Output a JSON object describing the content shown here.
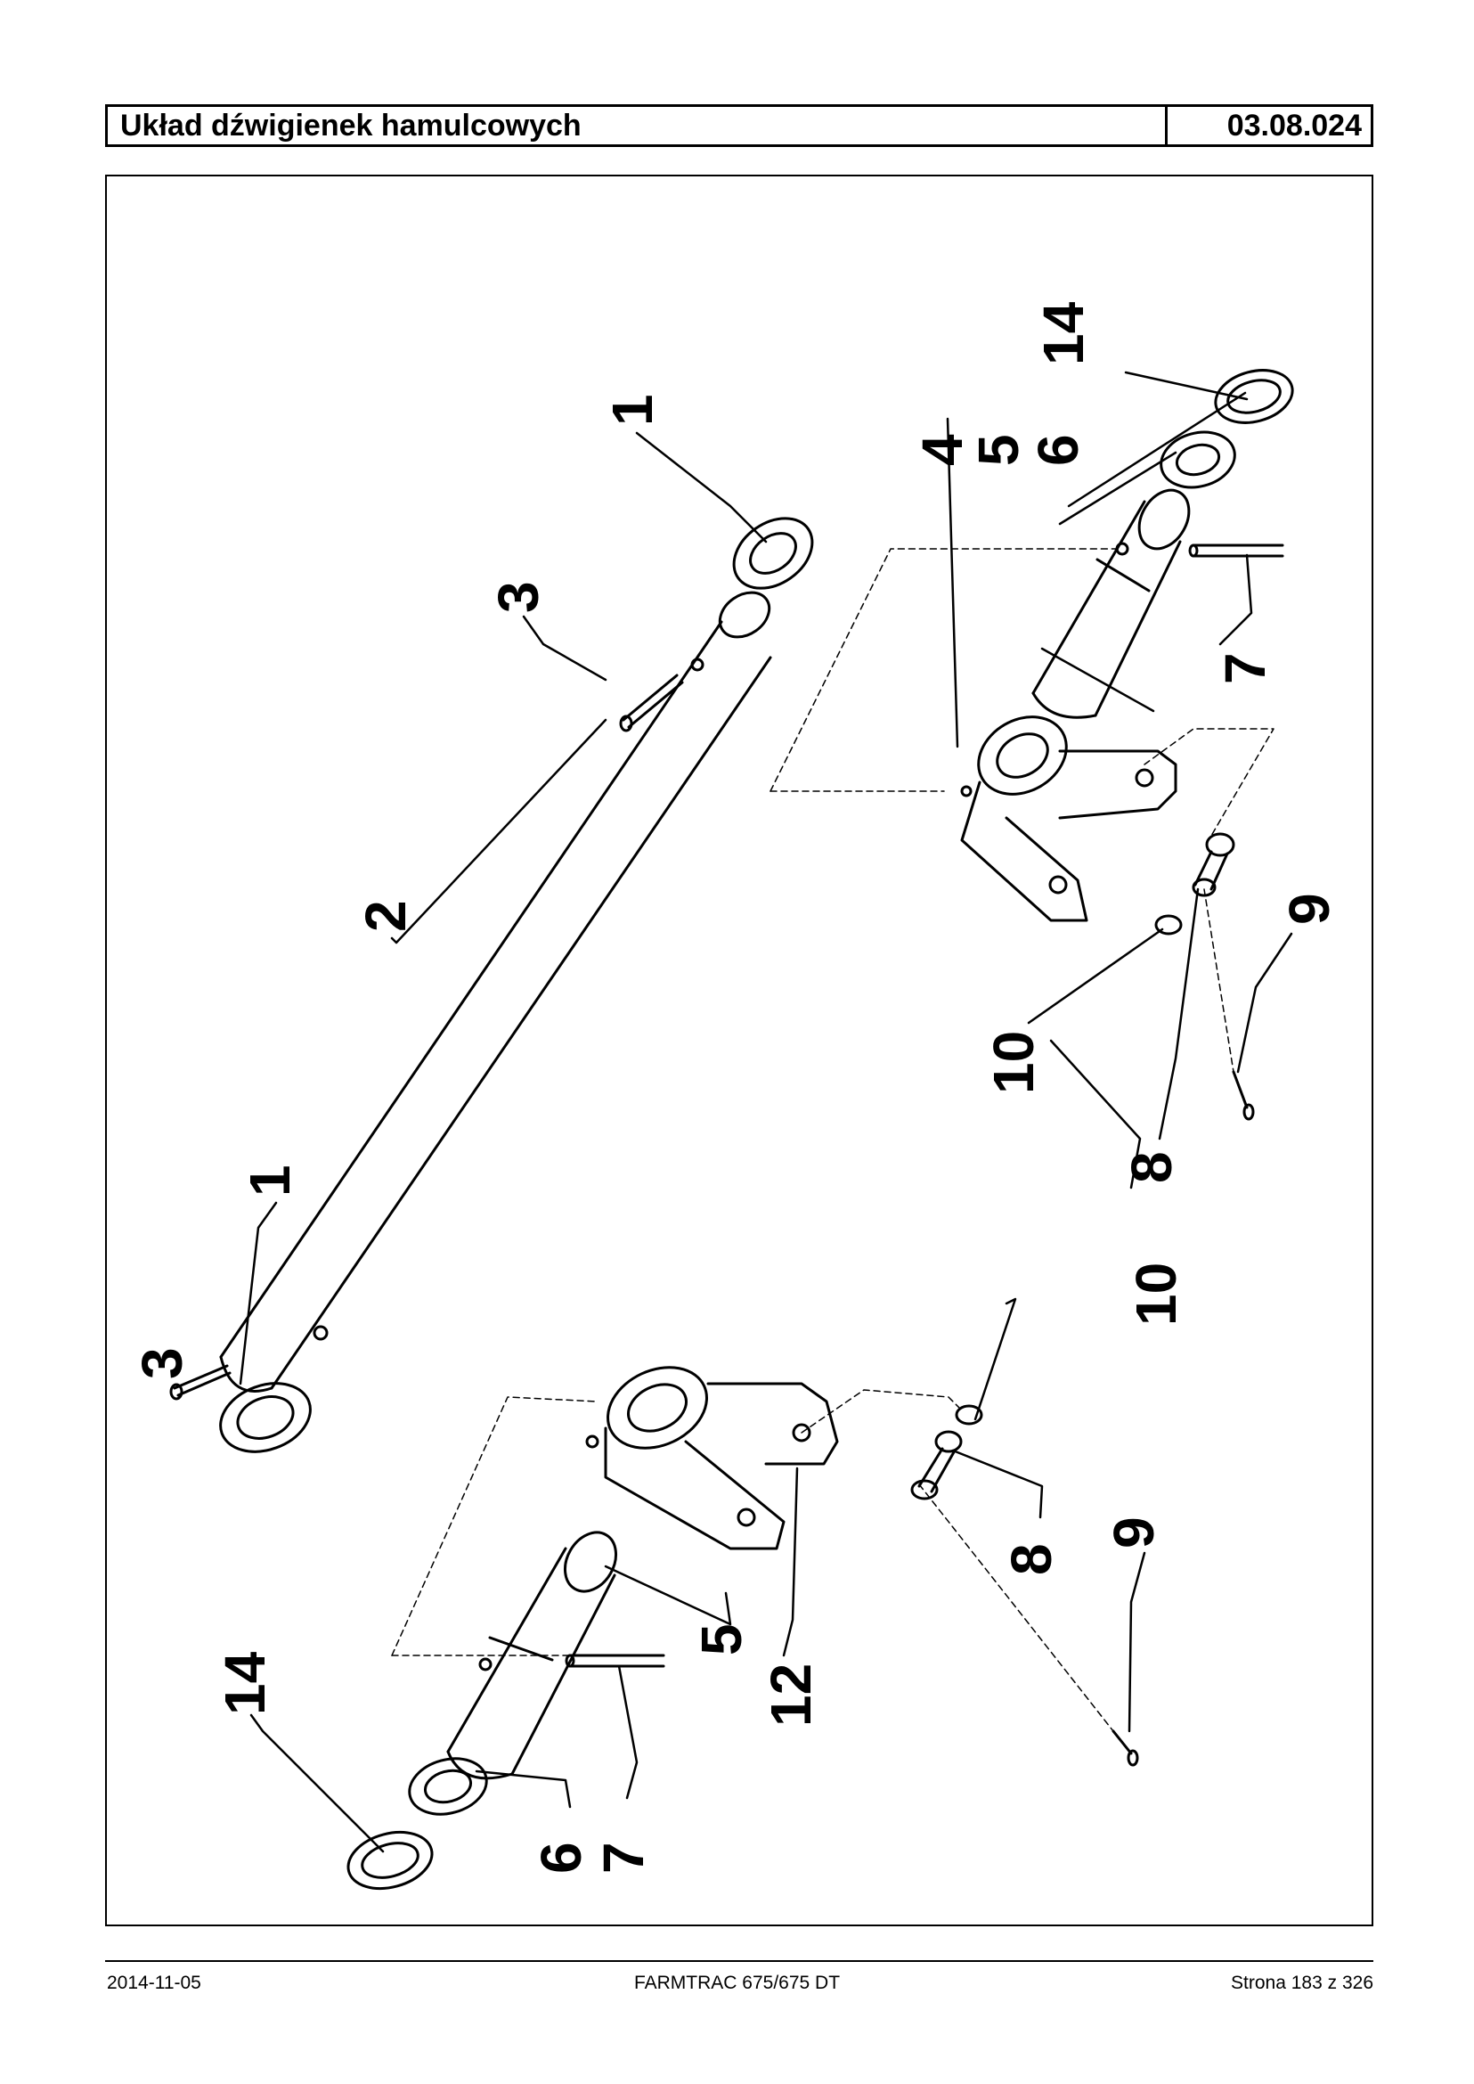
{
  "header": {
    "title": "Układ dźwigienek hamulcowych",
    "code": "03.08.024"
  },
  "diagram": {
    "callouts": [
      "1",
      "2",
      "3",
      "1",
      "3",
      "4",
      "5",
      "6",
      "14",
      "7",
      "10",
      "9",
      "8",
      "5",
      "12",
      "10",
      "8",
      "9",
      "14",
      "6",
      "7"
    ]
  },
  "footer": {
    "date": "2014-11-05",
    "model": "FARMTRAC 675/675 DT",
    "page": "Strona 183 z 326"
  }
}
